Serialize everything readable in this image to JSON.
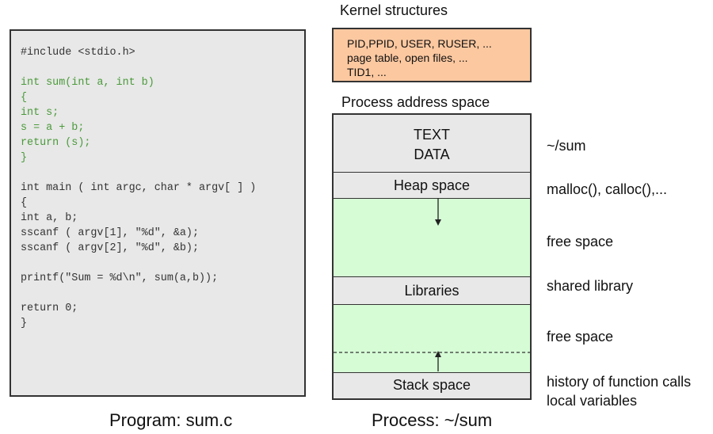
{
  "code": {
    "lines": [
      {
        "text": "#include <stdio.h>",
        "color": "black"
      },
      {
        "text": "",
        "color": "black"
      },
      {
        "text": "int sum(int a, int b)",
        "color": "green"
      },
      {
        "text": "{",
        "color": "green"
      },
      {
        "text": "int s;",
        "color": "green"
      },
      {
        "text": "s = a + b;",
        "color": "green"
      },
      {
        "text": "return (s);",
        "color": "green"
      },
      {
        "text": "}",
        "color": "green"
      },
      {
        "text": "",
        "color": "black"
      },
      {
        "text": "int main ( int argc, char * argv[ ] )",
        "color": "black"
      },
      {
        "text": "{",
        "color": "black"
      },
      {
        "text": "int a, b;",
        "color": "black"
      },
      {
        "text": "sscanf ( argv[1], \"%d\", &a);",
        "color": "black"
      },
      {
        "text": "sscanf ( argv[2], \"%d\", &b);",
        "color": "black"
      },
      {
        "text": "",
        "color": "black"
      },
      {
        "text": "printf(\"Sum = %d\\n\", sum(a,b));",
        "color": "black"
      },
      {
        "text": "",
        "color": "black"
      },
      {
        "text": "return 0;",
        "color": "black"
      },
      {
        "text": "}",
        "color": "black"
      }
    ],
    "caption": "Program: sum.c"
  },
  "kernel": {
    "heading": "Kernel structures",
    "lines": [
      "PID,PPID, USER, RUSER, ...",
      "page table, open files, ...",
      "TID1, ..."
    ]
  },
  "address_space": {
    "heading": "Process address space",
    "caption": "Process: ~/sum",
    "text_data": {
      "line1": "TEXT",
      "line2": "DATA"
    },
    "heap": "Heap space",
    "libraries": "Libraries",
    "stack": "Stack space"
  },
  "side_labels": {
    "text_data": "~/sum",
    "heap": "malloc(), calloc(),...",
    "free_upper": "free space",
    "libraries": "shared library",
    "free_lower": "free space",
    "stack_line1": "history of function calls",
    "stack_line2": "local variables"
  },
  "colors": {
    "kernel_fill": "#fcc8a0",
    "free_fill": "#d6fcd6",
    "segment_fill": "#e8e8e8",
    "code_green": "#4a9a3a"
  }
}
